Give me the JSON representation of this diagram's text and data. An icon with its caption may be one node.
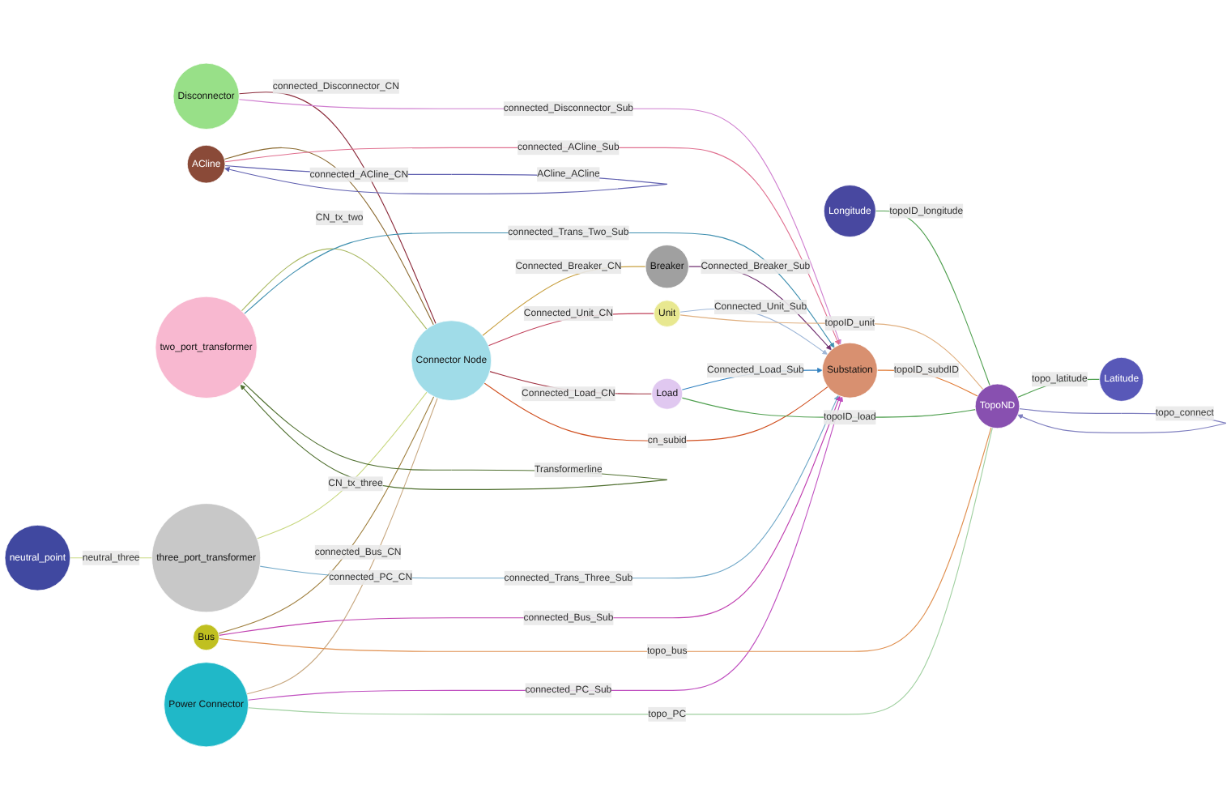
{
  "diagram": {
    "nodes": [
      {
        "text": [
          "Breaker"
        ]
      },
      {
        "text": [
          "Connector Node"
        ]
      },
      {
        "text": [
          "Unit"
        ]
      },
      {
        "text": [
          "Load"
        ]
      },
      {
        "text": [
          "Disconnector"
        ]
      },
      {
        "text": [
          "Longitude"
        ]
      },
      {
        "text": [
          "ACline"
        ]
      },
      {
        "text": [
          "Substation"
        ]
      },
      {
        "text": [
          "two_port_transformer"
        ]
      },
      {
        "text": [
          "TopoND"
        ]
      },
      {
        "text": [
          "neutral_point"
        ]
      },
      {
        "text": [
          "three_port_transformer"
        ]
      },
      {
        "text": [
          "Bus"
        ]
      },
      {
        "text": [
          "Power Connector"
        ]
      },
      {
        "text": [
          "Latitude"
        ]
      }
    ],
    "edges": [
      {
        "from": 1,
        "to": 0,
        "arrow": "none",
        "label": "Connected_Breaker_CN",
        "color": "#c8a040"
      },
      {
        "from": 1,
        "to": 2,
        "arrow": "none",
        "label": "Connected_Unit_CN",
        "color": "#c0405a"
      },
      {
        "from": 1,
        "to": 3,
        "arrow": "none",
        "label": "Connected_Load_CN",
        "color": "#a03040"
      },
      {
        "from": 4,
        "to": 1,
        "arrow": "none",
        "label": "connected_Disconnector_CN",
        "color": "#8b2a3a"
      },
      {
        "from": 6,
        "to": 1,
        "arrow": "none",
        "label": "connected_ACline_CN",
        "color": "#8b6a30"
      },
      {
        "from": 8,
        "to": 1,
        "arrow": "none",
        "label": "CN_tx_two",
        "color": "#a8b860"
      },
      {
        "from": 11,
        "to": 1,
        "arrow": "none",
        "label": "CN_tx_three",
        "color": "#c8d880"
      },
      {
        "from": 12,
        "to": 1,
        "arrow": "none",
        "label": "connected_Bus_CN",
        "color": "#a08040"
      },
      {
        "from": 13,
        "to": 1,
        "arrow": "none",
        "label": "connected_PC_CN",
        "color": "#c8a880"
      },
      {
        "from": 1,
        "to": 7,
        "arrow": "none",
        "label": "cn_subid",
        "color": "#d05020"
      },
      {
        "from": 0,
        "to": 7,
        "arrow": "to",
        "label": "Connected_Breaker_Sub",
        "color": "#703070"
      },
      {
        "from": 2,
        "to": 7,
        "arrow": "to",
        "label": "Connected_Unit_Sub",
        "color": "#a0b8d8"
      },
      {
        "from": 3,
        "to": 7,
        "arrow": "to",
        "label": "Connected_Load_Sub",
        "color": "#3080c0"
      },
      {
        "from": 4,
        "to": 7,
        "arrow": "to",
        "label": "connected_Disconnector_Sub",
        "color": "#d080d0"
      },
      {
        "from": 6,
        "to": 7,
        "arrow": "to",
        "label": "connected_ACline_Sub",
        "color": "#e07090"
      },
      {
        "from": 8,
        "to": 7,
        "arrow": "to",
        "label": "connected_Trans_Two_Sub",
        "color": "#4090b0"
      },
      {
        "from": 11,
        "to": 7,
        "arrow": "to",
        "label": "connected_Trans_Three_Sub",
        "color": "#70a8c8"
      },
      {
        "from": 12,
        "to": 7,
        "arrow": "to",
        "label": "connected_Bus_Sub",
        "color": "#c040b0"
      },
      {
        "from": 13,
        "to": 7,
        "arrow": "to",
        "label": "connected_PC_Sub",
        "color": "#c050c0"
      },
      {
        "from": 7,
        "to": 9,
        "arrow": "none",
        "label": "topoID_subdID",
        "color": "#e07830"
      },
      {
        "from": 2,
        "to": 9,
        "arrow": "none",
        "label": "topoID_unit",
        "color": "#e0b080"
      },
      {
        "from": 3,
        "to": 9,
        "arrow": "none",
        "label": "topoID_load",
        "color": "#50a050"
      },
      {
        "from": 5,
        "to": 9,
        "arrow": "none",
        "label": "topoID_longitude",
        "color": "#50a050"
      },
      {
        "from": 12,
        "to": 9,
        "arrow": "none",
        "label": "topo_bus",
        "color": "#e09050"
      },
      {
        "from": 13,
        "to": 9,
        "arrow": "none",
        "label": "topo_PC",
        "color": "#a0d0a0"
      },
      {
        "from": 9,
        "to": 14,
        "arrow": "none",
        "label": "topo_latitude",
        "color": "#50a050"
      },
      {
        "from": 9,
        "to": 9,
        "arrow": "to",
        "label": "topo_connect",
        "color": "#8080c0"
      },
      {
        "from": 6,
        "to": 6,
        "arrow": "to",
        "label": "ACline_ACline",
        "color": "#6060b0"
      },
      {
        "from": 8,
        "to": 8,
        "arrow": "to",
        "label": "Transformerline",
        "color": "#507030"
      },
      {
        "from": 10,
        "to": 11,
        "arrow": "none",
        "label": "neutral_three",
        "color": "#c8d880"
      }
    ]
  }
}
